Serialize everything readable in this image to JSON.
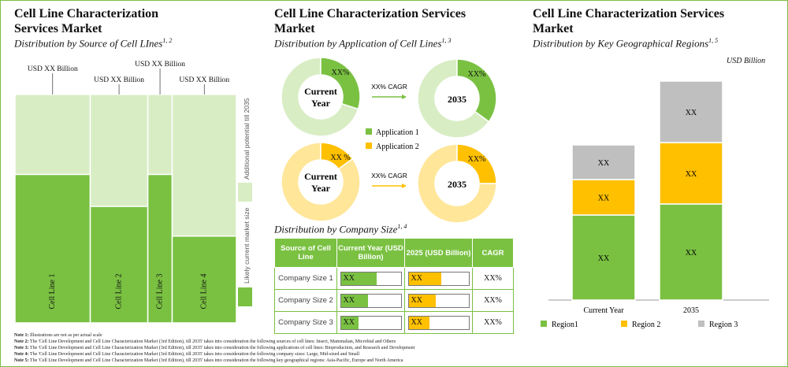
{
  "title": "Cell Line Characterization Services Market",
  "panel1": {
    "subtitle": "Distribution by Source of Cell LInes",
    "subtitle_sup": "1, 2",
    "value_labels": [
      "USD XX Billion",
      "USD XX Billion",
      "USD XX Billion",
      "USD XX Billion"
    ],
    "legend_additional": "Additional potential till 2035",
    "legend_current": "Likely current market size"
  },
  "panel2": {
    "subtitle": "Distribution by Application of Cell Lines",
    "subtitle_sup": "1, 3",
    "current_year": "Current Year",
    "future_year": "2035",
    "cagr": "XX% CAGR",
    "slice_label": "XX%",
    "legend": [
      "Application 1",
      "Application 2"
    ]
  },
  "panel3": {
    "subtitle": "Distribution by Company Size",
    "subtitle_sup": "1, 4",
    "headers": [
      "Source of Cell Line",
      "Current Year (USD Billion)",
      "2025 (USD Billion)",
      "CAGR"
    ],
    "rows": [
      {
        "name": "Company Size 1",
        "current": "XX",
        "future": "XX",
        "cagr": "XX%"
      },
      {
        "name": "Company Size  2",
        "current": "XX",
        "future": "XX",
        "cagr": "XX%"
      },
      {
        "name": "Company Size  3",
        "current": "XX",
        "future": "XX",
        "cagr": "XX%"
      }
    ]
  },
  "panel4": {
    "subtitle": "Distribution by Key Geographical Regions",
    "subtitle_sup": "1, 5",
    "unit": "USD Billion"
  },
  "colors": {
    "green": "#7ac142",
    "light_green": "#d8edc4",
    "yellow": "#ffc000",
    "light_yellow": "#ffe699",
    "gray": "#bfbfbf"
  },
  "chart_data": [
    {
      "type": "bar",
      "categories": [
        "Cell Line 1",
        "Cell Line 2",
        "Cell Line 3",
        "Cell Line 4"
      ],
      "widths": [
        0.34,
        0.26,
        0.11,
        0.29
      ],
      "series": [
        {
          "name": "Likely current market size",
          "values": [
            0.65,
            0.51,
            0.65,
            0.38
          ]
        },
        {
          "name": "Additional potential till 2035",
          "values": [
            0.35,
            0.49,
            0.35,
            0.62
          ]
        }
      ],
      "ylim": [
        0,
        1
      ]
    },
    {
      "type": "pie",
      "donuts": [
        {
          "label": "Current Year",
          "series": "Application 1",
          "share": 0.3,
          "text": "XX%"
        },
        {
          "label": "2035",
          "series": "Application 1",
          "share": 0.35,
          "text": "XX%"
        },
        {
          "label": "Current Year",
          "series": "Application 2",
          "share": 0.15,
          "text": "XX %"
        },
        {
          "label": "2035",
          "series": "Application 2",
          "share": 0.25,
          "text": "XX%"
        }
      ]
    },
    {
      "type": "table",
      "current_fill": [
        0.6,
        0.45,
        0.3
      ],
      "future_fill": [
        0.55,
        0.45,
        0.35
      ]
    },
    {
      "type": "bar",
      "categories": [
        "Current Year",
        "2035"
      ],
      "series": [
        {
          "name": "Region1",
          "values": [
            1.08,
            1.22
          ],
          "labels": [
            "XX",
            "XX"
          ]
        },
        {
          "name": "Region 2",
          "values": [
            0.45,
            0.78
          ],
          "labels": [
            "XX",
            "XX"
          ]
        },
        {
          "name": "Region 3",
          "values": [
            0.44,
            0.78
          ],
          "labels": [
            "XX",
            "XX"
          ]
        }
      ],
      "ylim": [
        0,
        2.8
      ]
    }
  ],
  "notes": [
    {
      "label": "Note 1:",
      "text": "Illustrations are not as per actual scale"
    },
    {
      "label": "Note 2:",
      "text": "The 'Cell Line Development and Cell Line Characterization Market (3rd Edition), till 2035' takes into consideration the following sources of cell lines: Insect, Mammalian, Microbial and Others"
    },
    {
      "label": "Note 3:",
      "text": "The 'Cell Line Development and Cell Line Characterization Market (3rd Edition), till 2035' takes into consideration the following applications of cell lines: Bioproduction, and Research and Development"
    },
    {
      "label": "Note 4:",
      "text": "The 'Cell Line Development and Cell Line Characterization Market (3rd Edition), till 2035' takes into consideration the following company sizes: Large, Mid-sized and Small"
    },
    {
      "label": "Note 5:",
      "text": "The 'Cell Line Development and Cell Line Characterization Market (3rd Edition), till 2035' takes into consideration the following key geographical regions: Asia-Pacific, Europe and North America"
    }
  ]
}
